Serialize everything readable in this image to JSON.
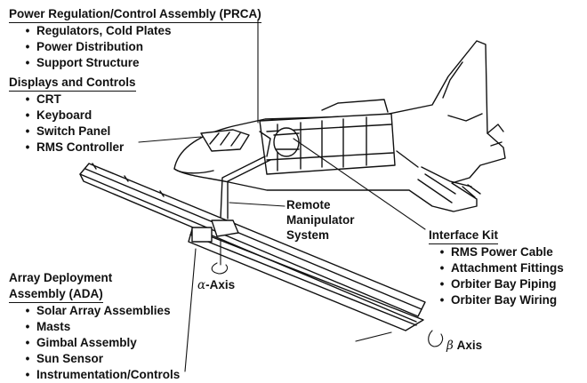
{
  "prca": {
    "title": "Power Regulation/Control Assembly (PRCA)",
    "items": [
      "Regulators, Cold Plates",
      "Power Distribution",
      "Support Structure"
    ]
  },
  "displays": {
    "title": "Displays and Controls",
    "items": [
      "CRT",
      "Keyboard",
      "Switch Panel",
      "RMS Controller"
    ]
  },
  "ada": {
    "title_line1": "Array Deployment",
    "title_line2": "Assembly (ADA)",
    "items": [
      "Solar Array Assemblies",
      "Masts",
      "Gimbal Assembly",
      "Sun Sensor",
      "Instrumentation/Controls"
    ]
  },
  "interface": {
    "title": "Interface Kit",
    "items": [
      "RMS Power Cable",
      "Attachment Fittings",
      "Orbiter Bay Piping",
      "Orbiter Bay Wiring"
    ]
  },
  "rms": {
    "line1": "Remote",
    "line2": "Manipulator",
    "line3": "System"
  },
  "alpha_axis": {
    "symbol": "α",
    "text": "-Axis"
  },
  "beta_axis": {
    "symbol": "β",
    "text": " Axis"
  },
  "bullet": "•"
}
